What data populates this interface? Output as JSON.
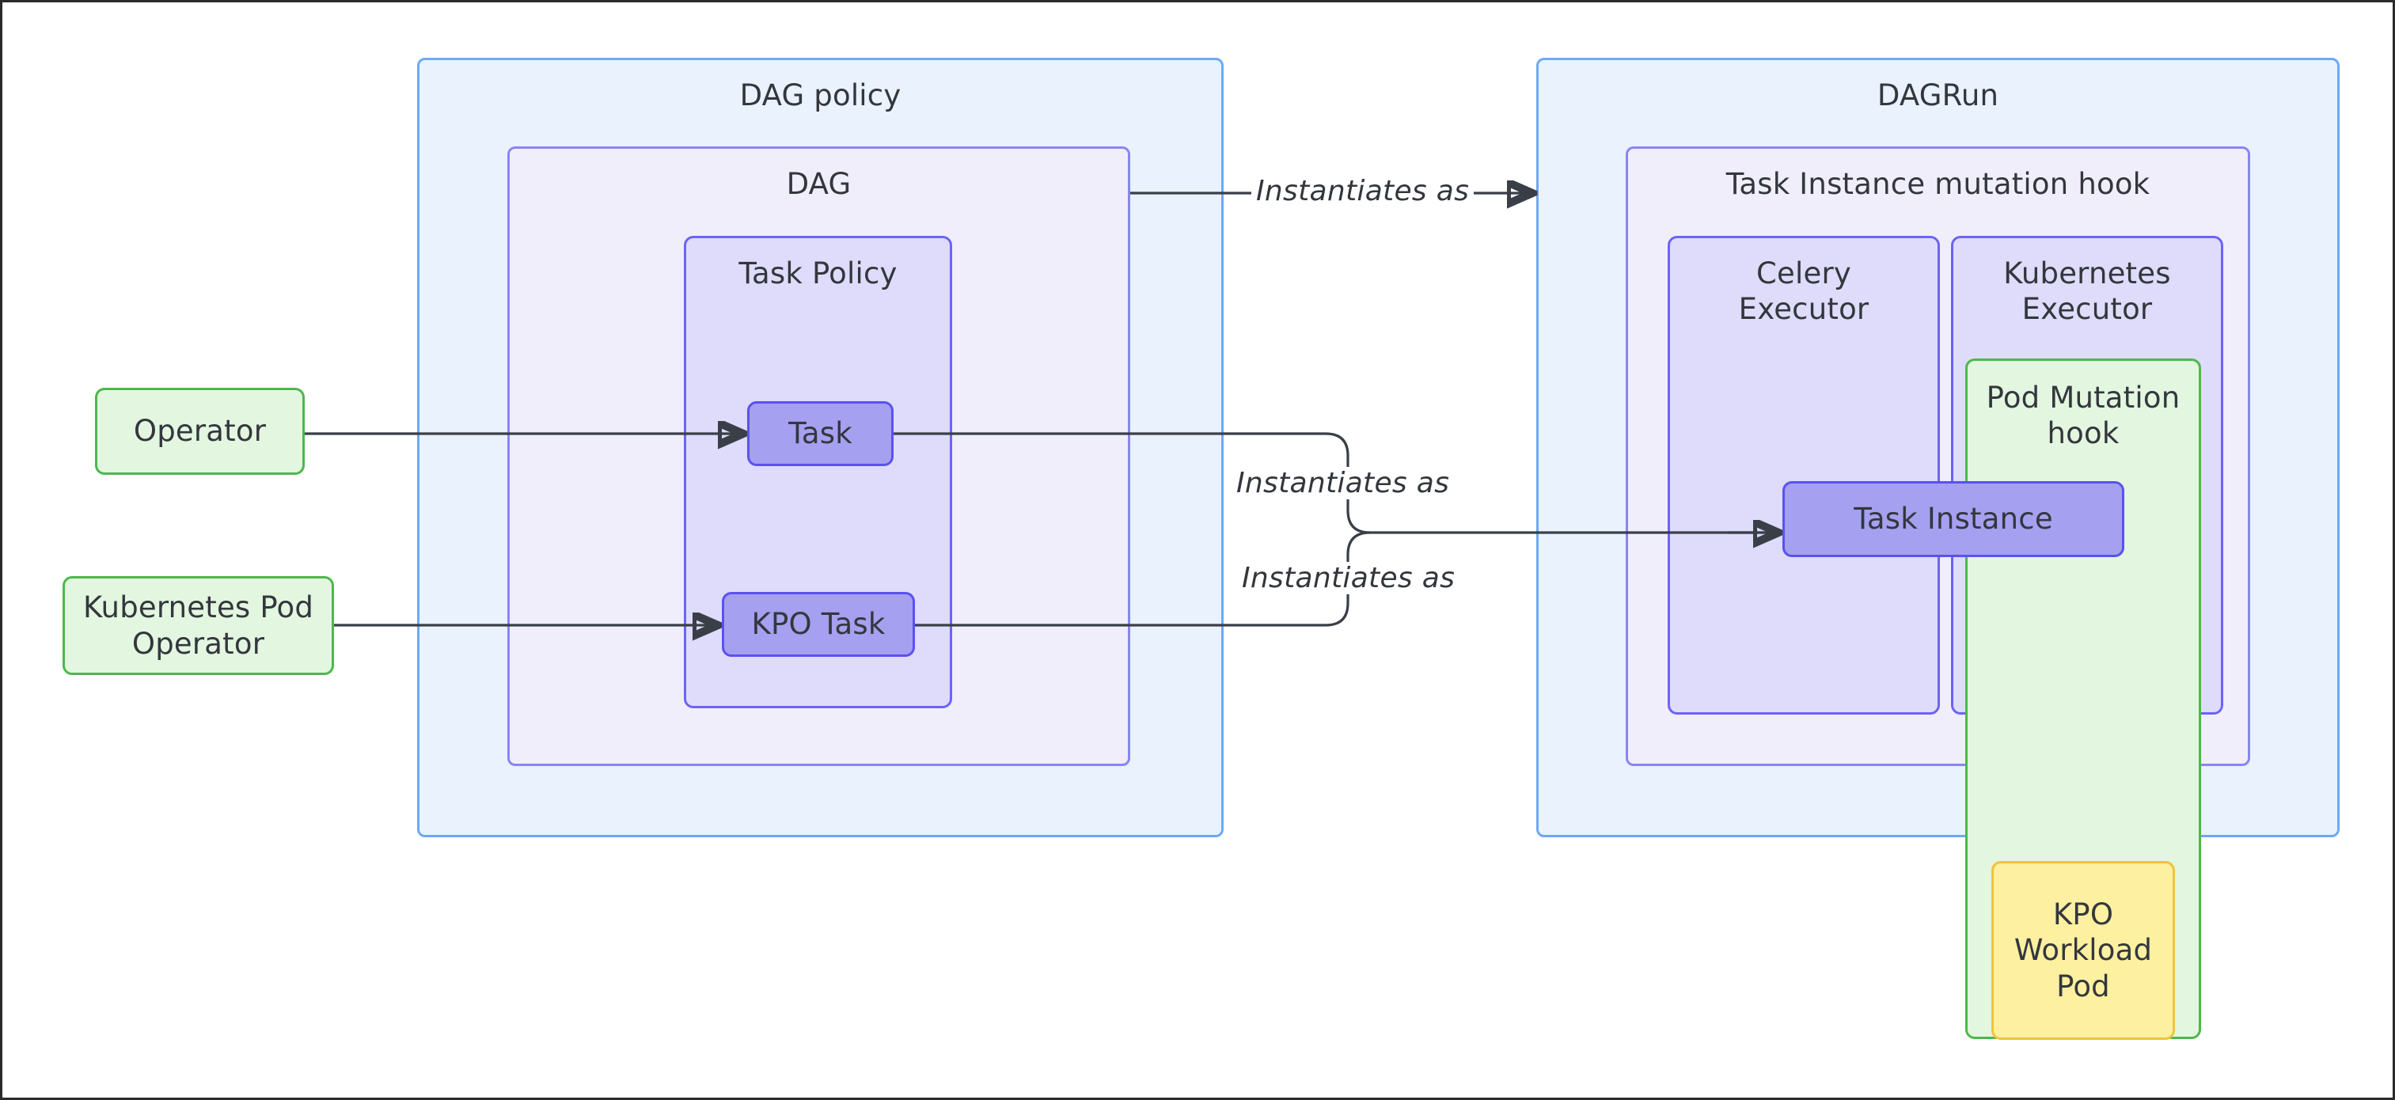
{
  "diagram": {
    "title_visible": false,
    "colors": {
      "cluster_blue_fill": "#e9f2fd",
      "cluster_blue_border": "#6ca9f7",
      "cluster_lavender_fill": "#f1eefc",
      "cluster_lavender_border": "#8a85f2",
      "cluster_periwinkle_fill": "#dedcfa",
      "cluster_periwinkle_border": "#6c63f7",
      "box_purple_fill": "#a5a0ef",
      "box_purple_border": "#5b51f0",
      "box_green_fill": "#e3f6e0",
      "box_green_border": "#4cb84c",
      "box_yellow_fill": "#fdf0a0",
      "box_yellow_border": "#f0c33c",
      "edge_stroke": "#3a3f47",
      "text": "#33373d"
    }
  },
  "left": {
    "operator": "Operator",
    "kpo_operator": "Kubernetes Pod\nOperator",
    "dag_policy": "DAG policy",
    "dag": "DAG",
    "task_policy": "Task Policy",
    "task": "Task",
    "kpo_task": "KPO Task"
  },
  "right": {
    "dagrun": "DAGRun",
    "ti_mutation_hook": "Task Instance mutation hook",
    "celery_executor": "Celery\nExecutor",
    "kubernetes_executor": "Kubernetes\nExecutor",
    "pod_mutation_hook": "Pod Mutation\nhook",
    "task_instance": "Task Instance",
    "kpo_workload_pod": "KPO\nWorkload\nPod"
  },
  "edges": {
    "label_dag_to_dagrun": "Instantiates as",
    "label_task_to_ti": "Instantiates as",
    "label_kpotask_to_ti": "Instantiates as"
  }
}
